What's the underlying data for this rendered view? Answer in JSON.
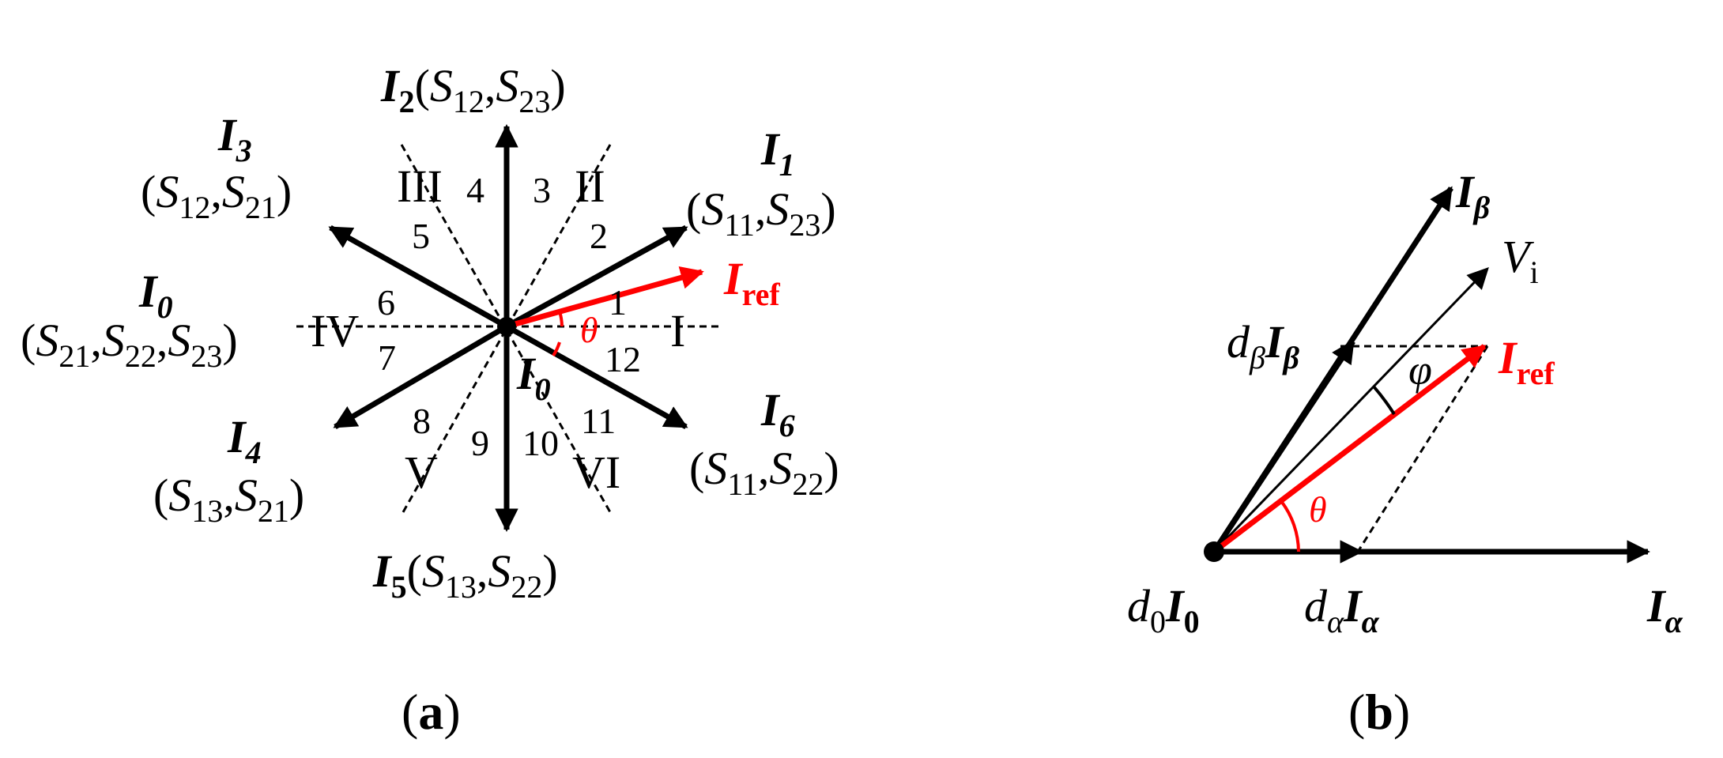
{
  "colors": {
    "ink": "#000000",
    "accent": "#ff0000"
  },
  "panel_a": {
    "caption": {
      "open": "(",
      "letter": "a",
      "close": ")"
    },
    "vectors": {
      "I2": {
        "base": "I",
        "sub": "2",
        "pair": "(S12,S23)",
        "s1": "S",
        "s1sub": "12",
        "s2": "S",
        "s2sub": "23"
      },
      "I3": {
        "base": "I",
        "sub": "3",
        "s1": "S",
        "s1sub": "12",
        "s2": "S",
        "s2sub": "21"
      },
      "I1": {
        "base": "I",
        "sub": "1",
        "s1": "S",
        "s1sub": "11",
        "s2": "S",
        "s2sub": "23"
      },
      "I0": {
        "base": "I",
        "sub": "0",
        "s1": "S",
        "s1sub": "21",
        "s2": "S",
        "s2sub": "22",
        "s3": "S",
        "s3sub": "23"
      },
      "I4": {
        "base": "I",
        "sub": "4",
        "s1": "S",
        "s1sub": "13",
        "s2": "S",
        "s2sub": "21"
      },
      "I6": {
        "base": "I",
        "sub": "6",
        "s1": "S",
        "s1sub": "11",
        "s2": "S",
        "s2sub": "22"
      },
      "I5": {
        "base": "I",
        "sub": "5",
        "s1": "S",
        "s1sub": "13",
        "s2": "S",
        "s2sub": "22"
      },
      "I0_center": {
        "base": "I",
        "sub": "0"
      },
      "Iref": {
        "base": "I",
        "sub": "ref"
      }
    },
    "angle": "θ",
    "sectors": [
      "I",
      "II",
      "III",
      "IV",
      "V",
      "VI"
    ],
    "subsectors": [
      "1",
      "2",
      "3",
      "4",
      "5",
      "6",
      "7",
      "8",
      "9",
      "10",
      "11",
      "12"
    ]
  },
  "panel_b": {
    "caption": {
      "open": "(",
      "letter": "b",
      "close": ")"
    },
    "labels": {
      "Ibeta": {
        "base": "I",
        "sub": "β"
      },
      "Vi": {
        "base": "V",
        "sub": "i"
      },
      "dbeta_Ibeta": {
        "coef": "d",
        "coefsub": "β",
        "base": "I",
        "sub": "β"
      },
      "phi": "φ",
      "Iref": {
        "base": "I",
        "sub": "ref"
      },
      "theta": "θ",
      "d0_I0": {
        "coef": "d",
        "coefsub": "0",
        "base": "I",
        "sub": "0"
      },
      "dalpha_Ialpha": {
        "coef": "d",
        "coefsub": "α",
        "base": "I",
        "sub": "α"
      },
      "Ialpha": {
        "base": "I",
        "sub": "α"
      }
    }
  }
}
